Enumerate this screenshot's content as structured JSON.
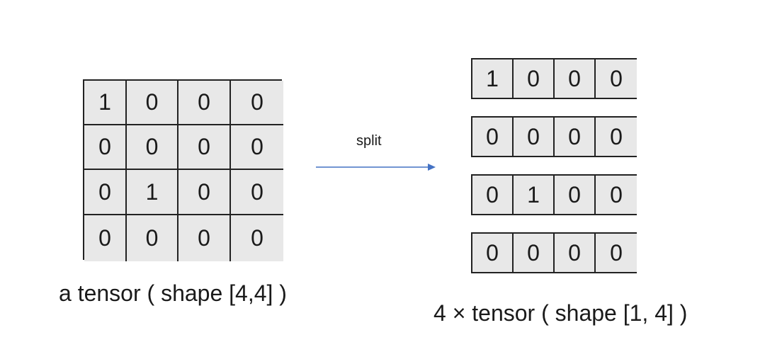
{
  "input": {
    "rows": [
      [
        "1",
        "0",
        "0",
        "0"
      ],
      [
        "0",
        "0",
        "0",
        "0"
      ],
      [
        "0",
        "1",
        "0",
        "0"
      ],
      [
        "0",
        "0",
        "0",
        "0"
      ]
    ],
    "caption": "a tensor ( shape [4,4] )"
  },
  "operation": {
    "label": "split",
    "arrow_color": "#4472c4"
  },
  "outputs": {
    "rows": [
      [
        "1",
        "0",
        "0",
        "0"
      ],
      [
        "0",
        "0",
        "0",
        "0"
      ],
      [
        "0",
        "1",
        "0",
        "0"
      ],
      [
        "0",
        "0",
        "0",
        "0"
      ]
    ],
    "caption": "4 × tensor ( shape [1, 4] )"
  },
  "colors": {
    "cell_fill": "#e8e8e8",
    "cell_border": "#222222",
    "text": "#1a1a1a"
  }
}
